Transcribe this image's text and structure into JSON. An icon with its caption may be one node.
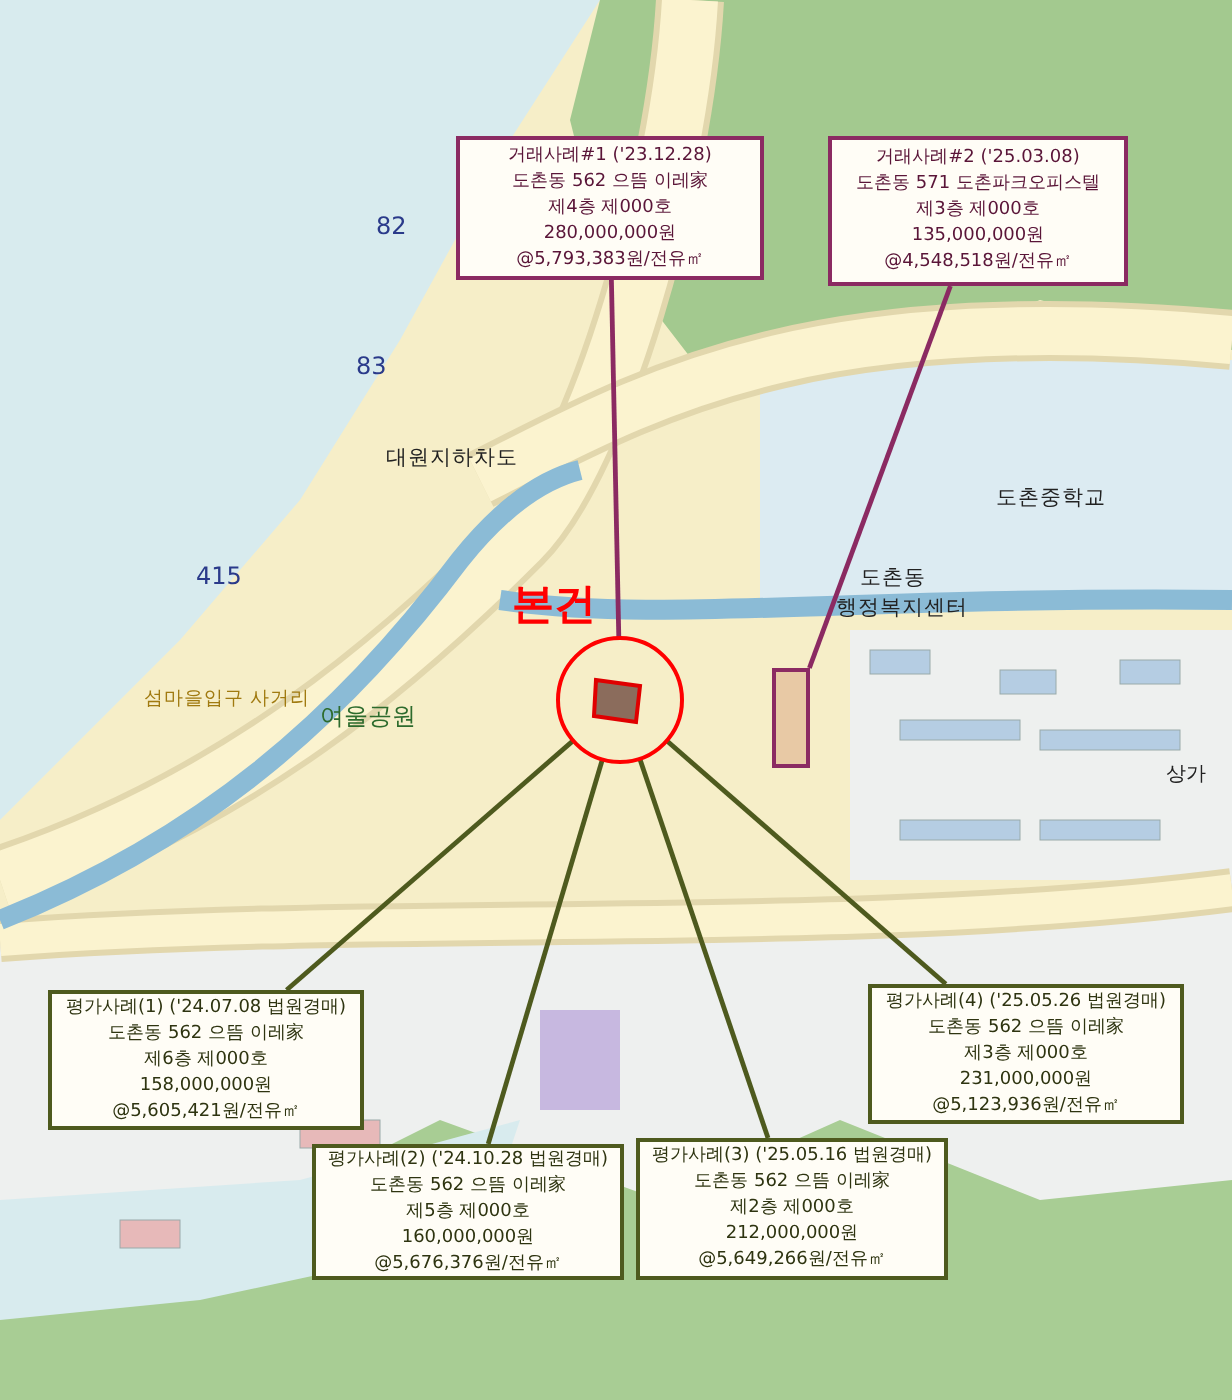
{
  "diagram": {
    "nodes": [
      {
        "text": [
          "본건"
        ]
      },
      {
        "text": [
          "거래사례#1 ('23.12.28)",
          "도촌동 562 으뜸 이레家",
          "제4층 제000호",
          "280,000,000원",
          "@5,793,383원/전유㎡"
        ]
      },
      {
        "text": [
          "거래사례#2 ('25.03.08)",
          "도촌동 571 도촌파크오피스텔",
          "제3층 제000호",
          "135,000,000원",
          "@4,548,518원/전유㎡"
        ]
      },
      {
        "text": [],
        "shape": "box"
      },
      {
        "text": [
          "평가사례(1) ('24.07.08 법원경매)",
          "도촌동 562 으뜸 이레家",
          "제6층 제000호",
          "158,000,000원",
          "@5,605,421원/전유㎡"
        ]
      },
      {
        "text": [
          "평가사례(2) ('24.10.28 법원경매)",
          "도촌동 562 으뜸 이레家",
          "제5층 제000호",
          "160,000,000원",
          "@5,676,376원/전유㎡"
        ]
      },
      {
        "text": [
          "평가사례(3) ('25.05.16 법원경매)",
          "도촌동 562 으뜸 이레家",
          "제2층 제000호",
          "212,000,000원",
          "@5,649,266원/전유㎡"
        ]
      },
      {
        "text": [
          "평가사례(4) ('25.05.26 법원경매)",
          "도촌동 562 으뜸 이레家",
          "제3층 제000호",
          "231,000,000원",
          "@5,123,936원/전유㎡"
        ]
      }
    ],
    "edges": [
      {
        "from": 1,
        "to": 0,
        "arrow": "none",
        "color": "#8b2a62"
      },
      {
        "from": 2,
        "to": 3,
        "arrow": "none",
        "color": "#8b2a62"
      },
      {
        "from": 4,
        "to": 0,
        "arrow": "none"
      },
      {
        "from": 5,
        "to": 0,
        "arrow": "none"
      },
      {
        "from": 6,
        "to": 0,
        "arrow": "none"
      },
      {
        "from": 7,
        "to": 0,
        "arrow": "none"
      }
    ],
    "labels": [
      "82",
      "83",
      "415",
      "대원지하차도",
      "여울공원",
      "섬마을입구 사거리",
      "도촌동",
      "행정복지센터",
      "도촌중학교",
      "상가"
    ]
  }
}
